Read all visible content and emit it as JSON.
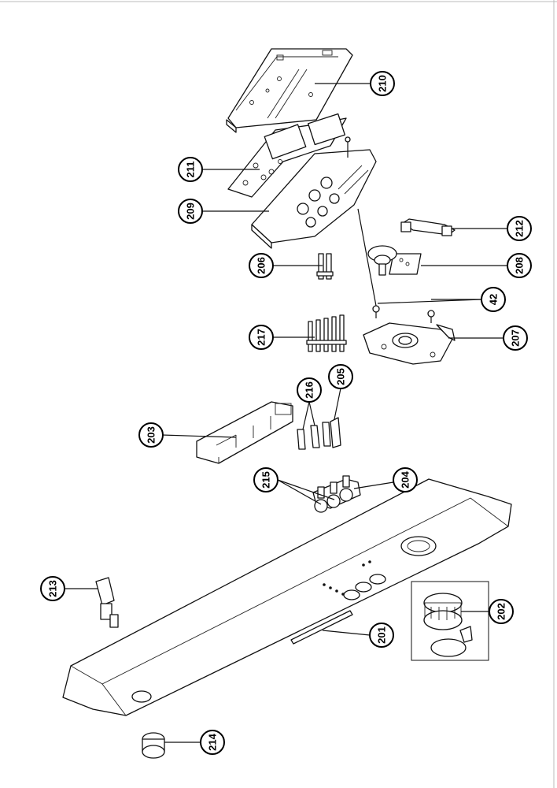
{
  "callouts": [
    {
      "id": "c210",
      "label": "210"
    },
    {
      "id": "c211",
      "label": "211"
    },
    {
      "id": "c209",
      "label": "209"
    },
    {
      "id": "c212",
      "label": "212"
    },
    {
      "id": "c208",
      "label": "208"
    },
    {
      "id": "c206",
      "label": "206"
    },
    {
      "id": "c42",
      "label": "42"
    },
    {
      "id": "c207",
      "label": "207"
    },
    {
      "id": "c217",
      "label": "217"
    },
    {
      "id": "c216",
      "label": "216"
    },
    {
      "id": "c205",
      "label": "205"
    },
    {
      "id": "c203",
      "label": "203"
    },
    {
      "id": "c215",
      "label": "215"
    },
    {
      "id": "c204",
      "label": "204"
    },
    {
      "id": "c202",
      "label": "202"
    },
    {
      "id": "c213",
      "label": "213"
    },
    {
      "id": "c201",
      "label": "201"
    },
    {
      "id": "c214",
      "label": "214"
    }
  ]
}
